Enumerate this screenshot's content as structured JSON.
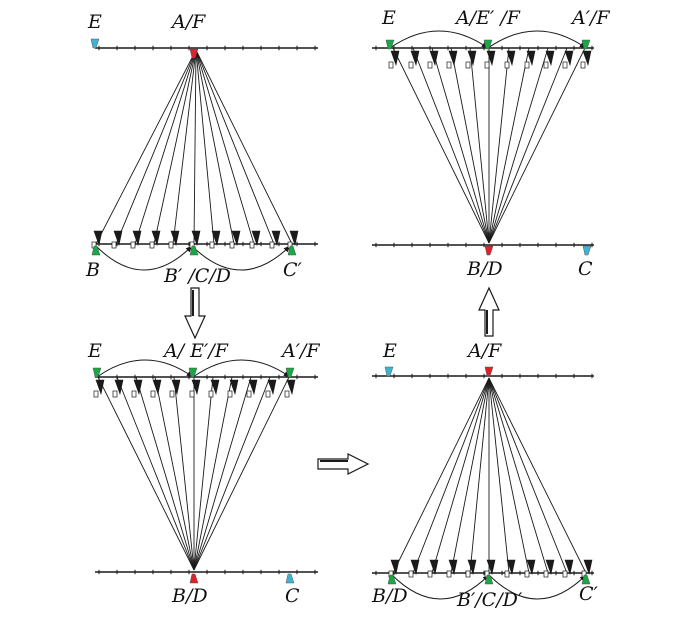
{
  "colors": {
    "line": "#1a1a1a",
    "red_marker": "#e0202a",
    "green_marker": "#1aa845",
    "cyan_marker": "#3fb4d2",
    "arrow_fill": "#ffffff"
  },
  "panels": [
    {
      "id": "top-left",
      "top_labels": [
        "E",
        "A/F"
      ],
      "bottom_labels": [
        "B",
        "B′ /C/D",
        "C′"
      ]
    },
    {
      "id": "top-right",
      "top_labels": [
        "E",
        "A/E′ /F",
        "A′/F"
      ],
      "bottom_labels": [
        "B/D",
        "C"
      ]
    },
    {
      "id": "bottom-left",
      "top_labels": [
        "E",
        "A/ E′/F",
        "A′/F"
      ],
      "bottom_labels": [
        "B/D",
        "C"
      ]
    },
    {
      "id": "bottom-right",
      "top_labels": [
        "E",
        "A/F"
      ],
      "bottom_labels": [
        "B/D",
        "B′/C/D′",
        "C′"
      ]
    }
  ],
  "flow_arrows": [
    "down",
    "right",
    "up"
  ]
}
